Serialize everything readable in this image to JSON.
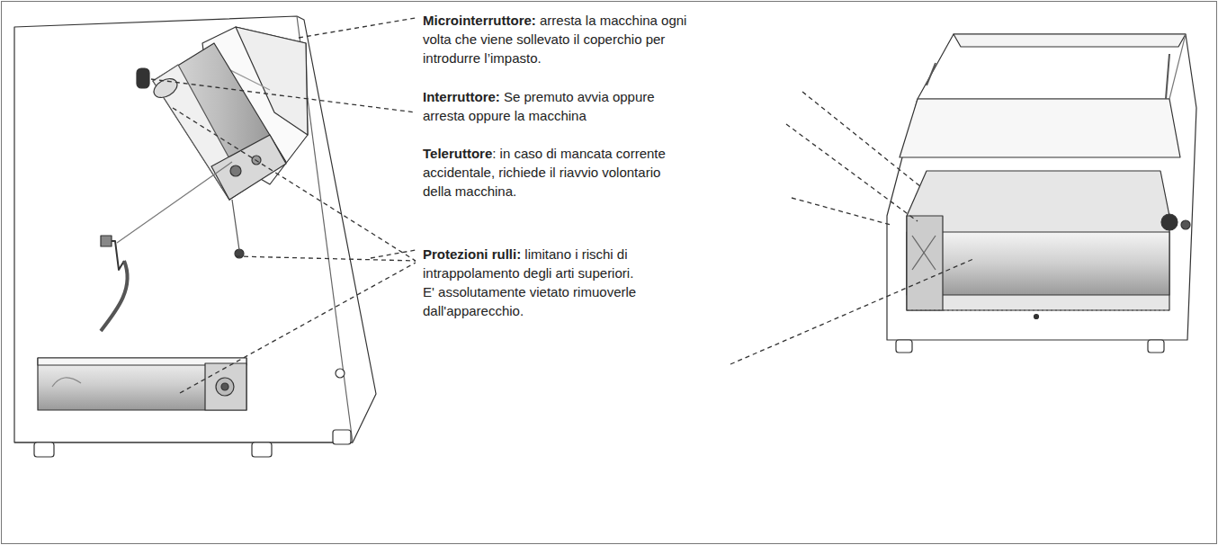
{
  "diagram": {
    "labels": [
      "Microinterruttore:",
      "arresta la macchina ogni volta che viene sollevato il coperchio per introdurre l’impasto.",
      "Interruttore:",
      "Se premuto avvia oppure arresta oppure la macchina",
      "Teleruttore",
      ": in caso di mancata corrente accidentale, richiede il riavvio volontario della macchina.",
      "Protezioni rulli:",
      "limitano i rischi di intrappolamento degli arti superiori.",
      "E' assolutamente vietato rimuoverle dall'apparecchio."
    ]
  }
}
